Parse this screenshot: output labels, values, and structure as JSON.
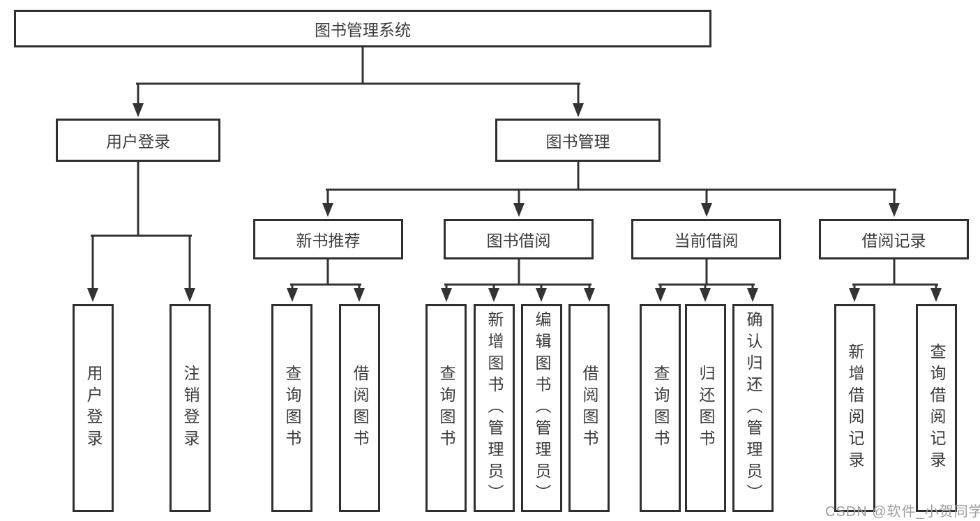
{
  "tree": {
    "root": "图书管理系统",
    "level2": [
      {
        "label": "用户登录"
      },
      {
        "label": "图书管理"
      }
    ],
    "level3": [
      {
        "label": "新书推荐",
        "parent": "图书管理"
      },
      {
        "label": "图书借阅",
        "parent": "图书管理"
      },
      {
        "label": "当前借阅",
        "parent": "图书管理"
      },
      {
        "label": "借阅记录",
        "parent": "图书管理"
      }
    ],
    "leaves": [
      {
        "label": "用户登录",
        "parent": "用户登录"
      },
      {
        "label": "注销登录",
        "parent": "用户登录"
      },
      {
        "label": "查询图书",
        "parent": "新书推荐"
      },
      {
        "label": "借阅图书",
        "parent": "新书推荐"
      },
      {
        "label": "查询图书",
        "parent": "图书借阅"
      },
      {
        "label": "新增图书（管理员）",
        "parent": "图书借阅"
      },
      {
        "label": "编辑图书（管理员）",
        "parent": "图书借阅"
      },
      {
        "label": "借阅图书",
        "parent": "图书借阅"
      },
      {
        "label": "查询图书",
        "parent": "当前借阅"
      },
      {
        "label": "归还图书",
        "parent": "当前借阅"
      },
      {
        "label": "确认归还（管理员）",
        "parent": "当前借阅"
      },
      {
        "label": "新增借阅记录",
        "parent": "借阅记录"
      },
      {
        "label": "查询借阅记录",
        "parent": "借阅记录"
      }
    ]
  },
  "watermark": {
    "text": "CSDN @软件_小贺同学"
  },
  "colors": {
    "line": "#333333",
    "box_border": "#2f2f2f",
    "text": "#3c3c3c",
    "watermark": "#9e9e9e",
    "background": "#ffffff"
  }
}
